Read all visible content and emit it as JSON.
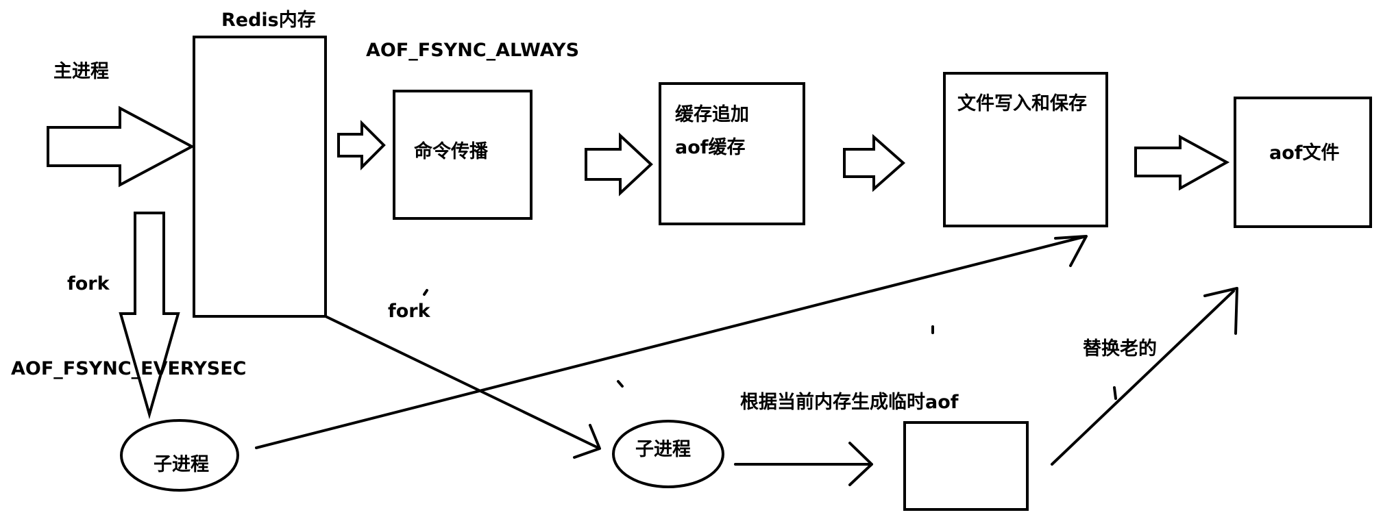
{
  "labels": {
    "main_process": "主进程",
    "redis_memory": "Redis内存",
    "aof_fsync_always": "AOF_FSYNC_ALWAYS",
    "command_propagation": "命令传播",
    "buffer_append_line1": "缓存追加",
    "buffer_append_line2": "aof缓存",
    "file_write_save": "文件写入和保存",
    "aof_file": "aof文件",
    "fork_left": "fork",
    "fork_middle": "fork",
    "aof_fsync_everysec": "AOF_FSYNC_EVERYSEC",
    "child_process_left": "子进程",
    "child_process_right": "子进程",
    "generate_temp_aof": "根据当前内存生成临时aof",
    "replace_old": "替换老的"
  }
}
